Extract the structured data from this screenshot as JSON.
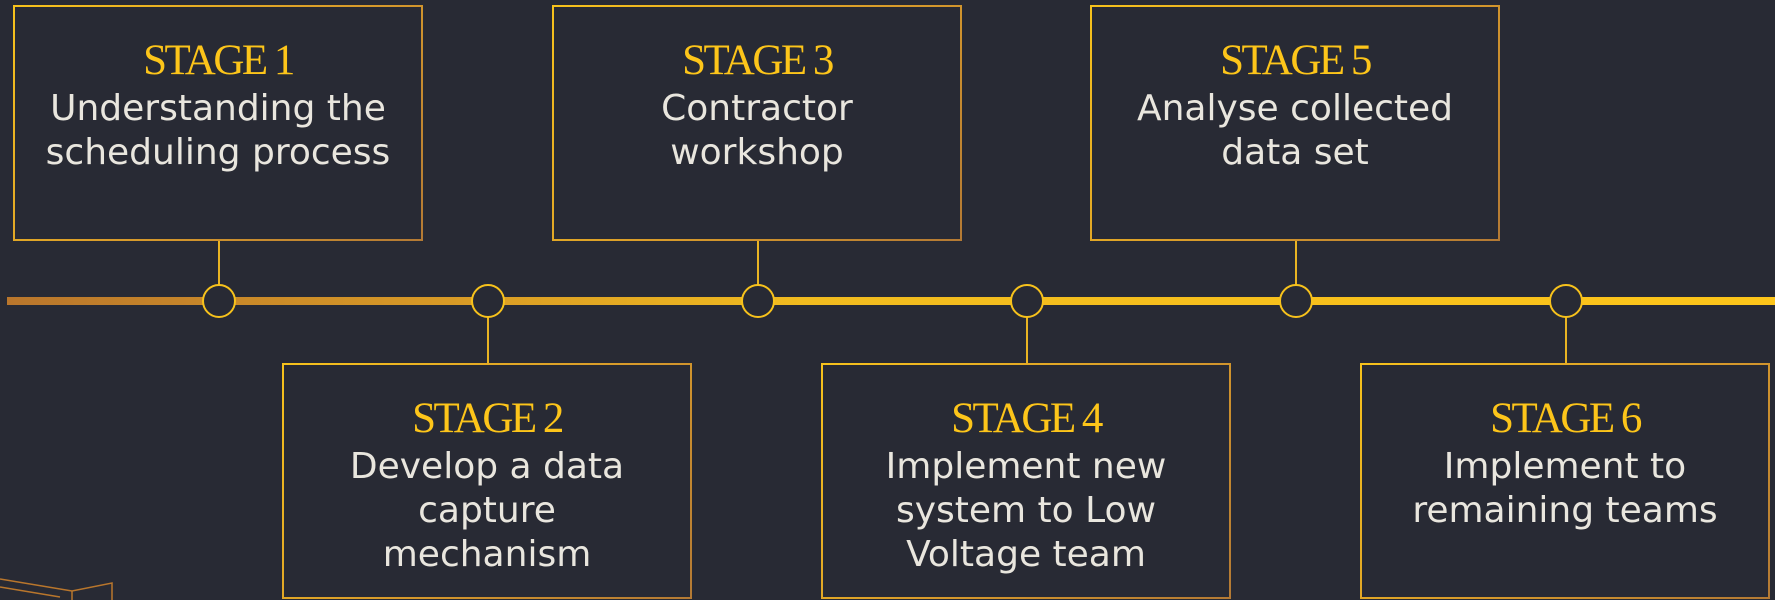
{
  "stages": [
    {
      "title": "STAGE 1",
      "lines": [
        "Understanding the",
        "scheduling process"
      ]
    },
    {
      "title": "STAGE 2",
      "lines": [
        "Develop a data",
        "capture",
        "mechanism"
      ]
    },
    {
      "title": "STAGE 3",
      "lines": [
        "Contractor",
        "workshop"
      ]
    },
    {
      "title": "STAGE 4",
      "lines": [
        "Implement new",
        "system to Low",
        "Voltage team"
      ]
    },
    {
      "title": "STAGE 5",
      "lines": [
        "Analyse collected",
        "data set"
      ]
    },
    {
      "title": "STAGE 6",
      "lines": [
        "Implement to",
        "remaining teams"
      ]
    }
  ],
  "colors": {
    "background": "#282a34",
    "accent": "#fdc51a",
    "accent_dark": "#b9762c",
    "text": "#e9e6de"
  }
}
